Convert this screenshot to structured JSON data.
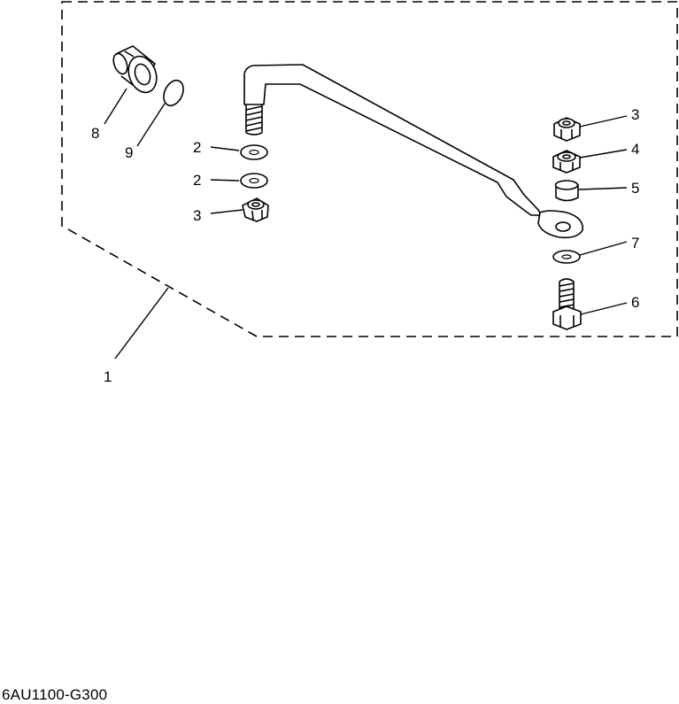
{
  "callouts": {
    "c1": "1",
    "c2a": "2",
    "c2b": "2",
    "c3a": "3",
    "c3b": "3",
    "c4": "4",
    "c5": "5",
    "c6": "6",
    "c7": "7",
    "c8": "8",
    "c9": "9"
  },
  "footer_code": "6AU1100-G300"
}
